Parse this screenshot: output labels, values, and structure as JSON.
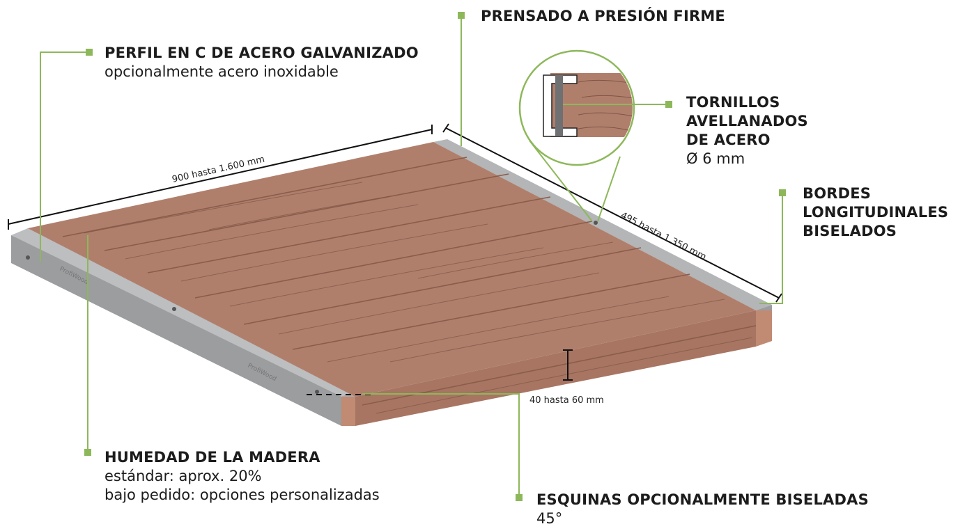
{
  "callouts": {
    "prensado": {
      "title": "PRENSADO A PRESIÓN FIRME"
    },
    "perfil": {
      "title": "PERFIL EN C DE ACERO GALVANIZADO",
      "subtitle": "opcionalmente acero inoxidable"
    },
    "tornillos": {
      "title_l1": "TORNILLOS",
      "title_l2": "AVELLANADOS",
      "title_l3": "DE ACERO",
      "subtitle": "Ø 6 mm"
    },
    "bordes": {
      "title_l1": "BORDES",
      "title_l2": "LONGITUDINALES",
      "title_l3": "BISELADOS"
    },
    "humedad": {
      "title": "HUMEDAD DE LA MADERA",
      "line1": "estándar: aprox. 20%",
      "line2": "bajo pedido: opciones personalizadas"
    },
    "esquinas": {
      "title": "ESQUINAS OPCIONALMENTE BISELADAS",
      "subtitle": "45°"
    }
  },
  "dimensions": {
    "length": "900 hasta 1.600 mm",
    "width": "495 hasta 1.350 mm",
    "thickness": "40 hasta 60 mm"
  },
  "logo_text": "ProfiWood",
  "colors": {
    "accent_green": "#8db85a",
    "wood": "#b07f6c",
    "wood_dark": "#9a6a58",
    "grain": "#7e5545",
    "steel": "#a9abad",
    "steel_dark": "#8f9193"
  }
}
